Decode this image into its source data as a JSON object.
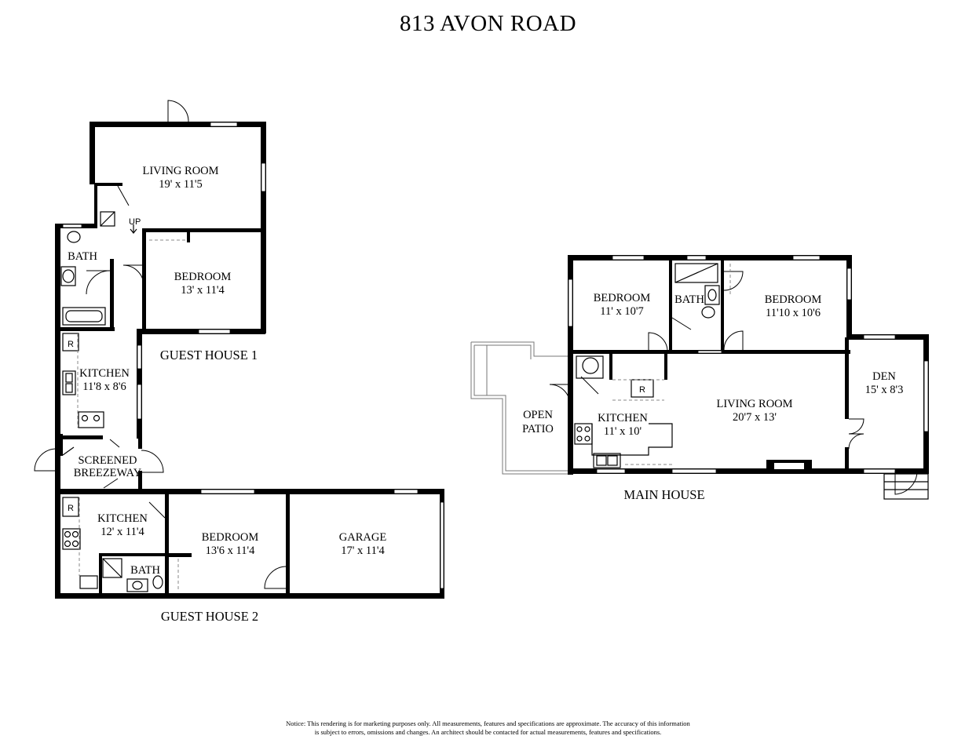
{
  "title": "813 AVON ROAD",
  "buildings": {
    "guest_house_1": "GUEST HOUSE 1",
    "guest_house_2": "GUEST HOUSE 2",
    "main_house": "MAIN HOUSE"
  },
  "rooms": {
    "gh1_living": {
      "name": "LIVING ROOM",
      "size": "19' x 11'5"
    },
    "gh1_bath": {
      "name": "BATH"
    },
    "gh1_bedroom": {
      "name": "BEDROOM",
      "size": "13' x 11'4"
    },
    "gh1_kitchen": {
      "name": "KITCHEN",
      "size": "11'8 x 8'6"
    },
    "breezeway": {
      "line1": "SCREENED",
      "line2": "BREEZEWAY"
    },
    "gh2_kitchen": {
      "name": "KITCHEN",
      "size": "12' x 11'4"
    },
    "gh2_bath": {
      "name": "BATH"
    },
    "gh2_bedroom": {
      "name": "BEDROOM",
      "size": "13'6 x 11'4"
    },
    "garage": {
      "name": "GARAGE",
      "size": "17' x 11'4"
    },
    "main_bedroom_1": {
      "name": "BEDROOM",
      "size": "11' x 10'7"
    },
    "main_bath": {
      "name": "BATH"
    },
    "main_bedroom_2": {
      "name": "BEDROOM",
      "size": "11'10 x 10'6"
    },
    "patio": {
      "line1": "OPEN",
      "line2": "PATIO"
    },
    "main_kitchen": {
      "name": "KITCHEN",
      "size": "11' x 10'"
    },
    "main_living": {
      "name": "LIVING ROOM",
      "size": "20'7 x 13'"
    },
    "den": {
      "name": "DEN",
      "size": "15' x 8'3"
    }
  },
  "marks": {
    "up": "UP",
    "fridge_gh1": "R",
    "fridge_gh2": "R",
    "fridge_main": "R"
  },
  "notice": {
    "line1": "Notice: This rendering is for marketing purposes only. All measurements, features and specifications are approximate. The accuracy of this information",
    "line2": "is subject to errors, omissions and changes. An architect should be contacted for actual measurements, features and specifications."
  }
}
